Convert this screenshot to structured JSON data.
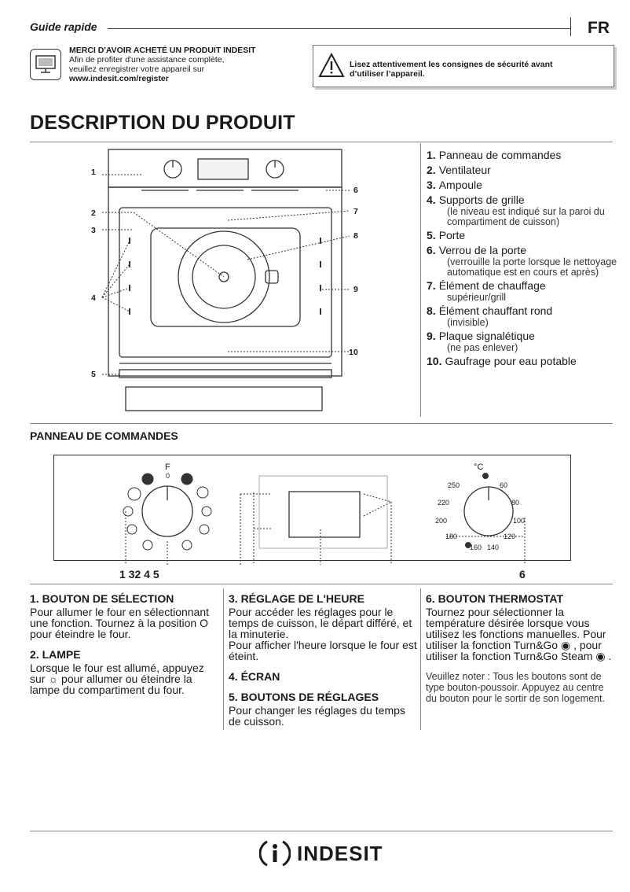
{
  "header": {
    "guide_label": "Guide rapide",
    "lang": "FR"
  },
  "register": {
    "title": "MERCI D'AVOIR ACHETÉ UN PRODUIT INDESIT",
    "line1": "Afin de profiter d'une assistance complète,",
    "line2": "veuillez enregistrer votre appareil sur",
    "url": "www.indesit.com/register"
  },
  "warning": {
    "line1": "Lisez attentivement les consignes de sécurité avant",
    "line2": "d’utiliser l’appareil."
  },
  "description": {
    "title": "DESCRIPTION DU PRODUIT",
    "callouts": [
      "1",
      "2",
      "3",
      "4",
      "5",
      "6",
      "7",
      "8",
      "9",
      "10"
    ],
    "parts": [
      {
        "num": "1.",
        "label": "Panneau de commandes",
        "sub": ""
      },
      {
        "num": "2.",
        "label": "Ventilateur",
        "sub": ""
      },
      {
        "num": "3.",
        "label": "Ampoule",
        "sub": ""
      },
      {
        "num": "4.",
        "label": "Supports de grille",
        "sub": "(le niveau est indiqué sur la paroi du compartiment de cuisson)"
      },
      {
        "num": "5.",
        "label": "Porte",
        "sub": ""
      },
      {
        "num": "6.",
        "label": "Verrou de la porte",
        "sub": "(verrouille la porte lorsque le nettoyage automatique est en cours et après)"
      },
      {
        "num": "7.",
        "label": "Élément de chauffage",
        "sub": "supérieur/grill"
      },
      {
        "num": "8.",
        "label": "Élément chauffant rond",
        "sub": "(invisible)"
      },
      {
        "num": "9.",
        "label": "Plaque signalétique",
        "sub": "(ne pas enlever)"
      },
      {
        "num": "10.",
        "label": "Gaufrage pour eau potable",
        "sub": ""
      }
    ]
  },
  "panel": {
    "title": "PANNEAU DE COMMANDES",
    "left_callouts": "1 32 4 5",
    "right_callout": "6",
    "selector_top": "F",
    "selector_zero": "0",
    "temp_unit": "°C",
    "temps": [
      "250",
      "60",
      "220",
      "80",
      "200",
      "100",
      "180",
      "120",
      "160",
      "140"
    ]
  },
  "sections": {
    "s1_title": "1. BOUTON DE SÉLECTION",
    "s1_text": "Pour allumer le four en sélectionnant une fonction. Tournez à la position O pour éteindre le four.",
    "s2_title": "2. LAMPE",
    "s2_text": "Lorsque le four est allumé, appuyez sur ☼ pour allumer ou éteindre la lampe du compartiment du four.",
    "s3_title": "3. RÉGLAGE DE L'HEURE",
    "s3_text": "Pour accéder les réglages pour le temps de cuisson, le départ différé, et la minuterie.",
    "s3_text2": "Pour afficher l'heure lorsque le four est éteint.",
    "s4_title": "4. ÉCRAN",
    "s5_title": "5. BOUTONS DE RÉGLAGES",
    "s5_text": "Pour changer les réglages du temps de cuisson.",
    "s6_title": "6. BOUTON THERMOSTAT",
    "s6_text": "Tournez pour sélectionner la température désirée lorsque vous utilisez les fonctions manuelles. Pour utiliser la fonction Turn&Go ◉ , pour utiliser la fonction Turn&Go Steam ◉ .",
    "s6_note": "Veuillez noter : Tous les boutons sont de type bouton-poussoir. Appuyez au centre du bouton pour le sortir de son logement."
  },
  "footer": {
    "brand": "INDESIT"
  }
}
